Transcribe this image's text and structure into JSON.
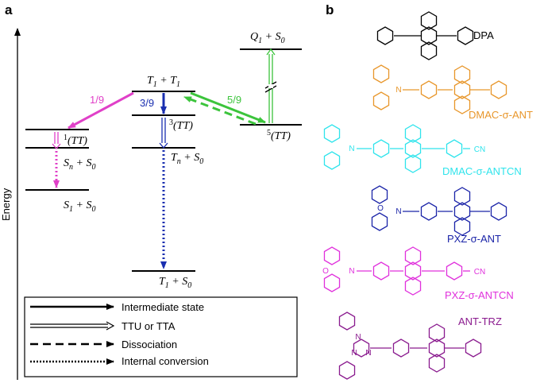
{
  "panels": {
    "a": "a",
    "b": "b"
  },
  "axis": {
    "ylabel": "Energy"
  },
  "levels": {
    "q1_s0": "Q1 + S0",
    "t1_t1": "T1 + T1",
    "tt1": "1(TT)",
    "tt3": "3(TT)",
    "tt5": "5(TT)",
    "sn_s0": "Sn + S0",
    "tn_s0": "Tn + S0",
    "s1_s0": "S1 + S0",
    "t1_s0": "T1 + S0"
  },
  "fractions": {
    "singlet": "1/9",
    "triplet": "3/9",
    "quintet": "5/9"
  },
  "colors": {
    "singlet": "#e040c8",
    "triplet": "#1a2fb0",
    "quintet": "#3cc43c",
    "dpa": "#000000",
    "dmac_ant": "#e8962a",
    "dmac_antcn": "#2fe4ec",
    "pxz_ant": "#1b24a8",
    "pxz_antcn": "#e030dc",
    "ant_trz": "#8a1a8e"
  },
  "legend": [
    {
      "label": "Intermediate state",
      "style": "solid"
    },
    {
      "label": "TTU or TTA",
      "style": "double"
    },
    {
      "label": "Dissociation",
      "style": "dashed"
    },
    {
      "label": "Internal conversion",
      "style": "dotted"
    }
  ],
  "molecules": {
    "dpa": "DPA",
    "dmac_ant": "DMAC-σ-ANT",
    "dmac_antcn": "DMAC-σ-ANTCN",
    "pxz_ant": "PXZ-σ-ANT",
    "pxz_antcn": "PXZ-σ-ANTCN",
    "ant_trz": "ANT-TRZ",
    "cn": "CN",
    "n": "N",
    "o": "O"
  }
}
